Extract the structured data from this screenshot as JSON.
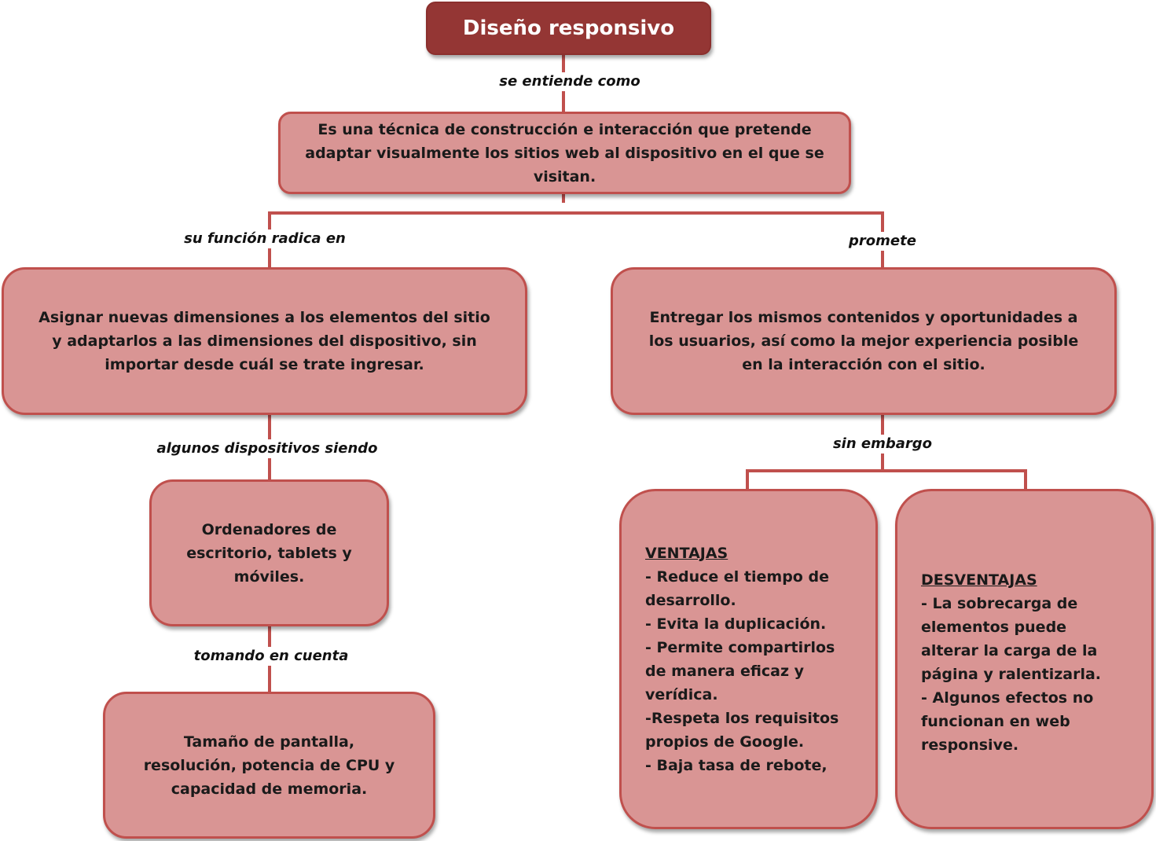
{
  "root": {
    "title": "Diseño responsivo"
  },
  "links": {
    "se_entiende": "se entiende como",
    "su_funcion": "su función radica en",
    "promete": "promete",
    "algunos": "algunos dispositivos siendo",
    "sin_embargo": "sin embargo",
    "tomando": "tomando en cuenta"
  },
  "nodes": {
    "definicion": "Es una técnica de construcción e interacción que pretende adaptar visualmente los sitios web al dispositivo en el que se visitan.",
    "funcion": "Asignar nuevas dimensiones a los elementos del sitio y adaptarlos a las dimensiones del dispositivo, sin  importar desde cuál se trate ingresar.",
    "promesa": "Entregar los mismos contenidos y oportunidades a los usuarios, así como la mejor experiencia posible en la interacción con el sitio.",
    "dispositivos": "Ordenadores de escritorio, tablets y móviles.",
    "caracteristicas": "Tamaño de pantalla, resolución, potencia de CPU y capacidad de memoria."
  },
  "ventajas": {
    "heading": "VENTAJAS",
    "items": [
      "- Reduce el tiempo de desarrollo.",
      "- Evita la duplicación.",
      "- Permite compartirlos de manera eficaz y verídica.",
      "-Respeta los requisitos propios de Google.",
      "- Baja tasa de rebote,"
    ]
  },
  "desventajas": {
    "heading": "DESVENTAJAS",
    "items": [
      "- La sobrecarga de elementos puede alterar la carga de la página y ralentizarla.",
      "- Algunos efectos  no funcionan en web responsive."
    ]
  },
  "colors": {
    "node_fill": "#d99594",
    "node_border": "#c0504d",
    "root_fill": "#943634"
  }
}
